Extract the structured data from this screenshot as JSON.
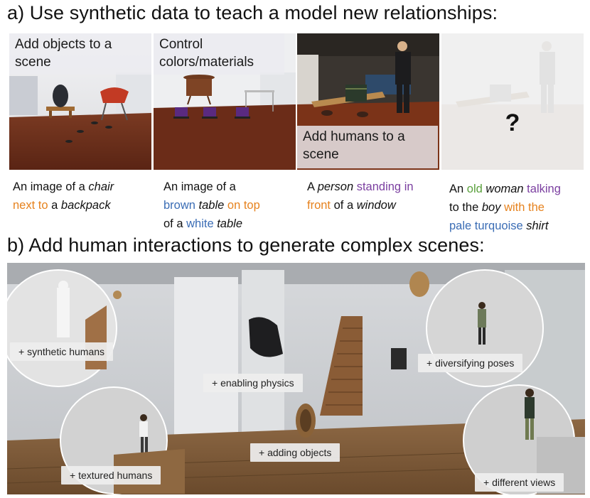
{
  "section_a": {
    "heading": "a) Use synthetic data to teach a model new relationships:",
    "panels": [
      {
        "overlay": "Add objects to a scene",
        "caption": [
          "An image of a ",
          "chair",
          " next to",
          " a ",
          "backpack"
        ]
      },
      {
        "overlay": "Control colors/materials",
        "caption": [
          "An image of a ",
          "brown",
          " table",
          " on top",
          " of a ",
          "white",
          " table"
        ]
      },
      {
        "overlay": "Add humans to a scene",
        "caption": [
          "A ",
          "person",
          " standing in",
          " front",
          " of a ",
          "window"
        ]
      },
      {
        "overlay": "?",
        "caption": [
          "An ",
          "old",
          " woman",
          " talking",
          " to the ",
          "boy",
          " with the",
          " pale turquoise",
          " shirt"
        ]
      }
    ]
  },
  "section_b": {
    "heading": "b) Add human interactions to generate complex scenes:",
    "tags": {
      "synthetic": "+ synthetic humans",
      "physics": "+ enabling physics",
      "poses": "+ diversifying poses",
      "objects": "+ adding objects",
      "textured": "+ textured humans",
      "views": "+ different views"
    }
  },
  "colors": {
    "orange": "#e6821e",
    "blue": "#3b6db5",
    "purple": "#7b3fa0",
    "green": "#5aa03c"
  }
}
